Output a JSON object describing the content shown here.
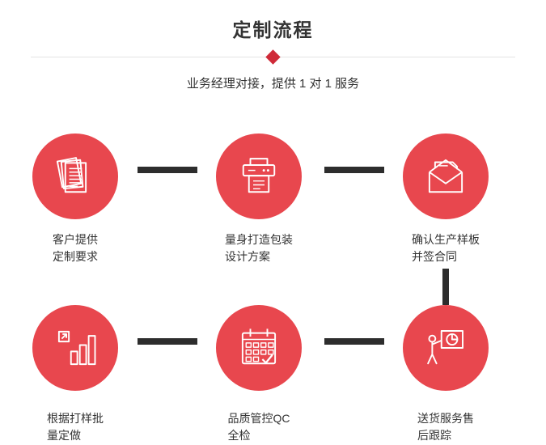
{
  "header": {
    "title": "定制流程",
    "subtitle": "业务经理对接，提供 1 对 1 服务"
  },
  "steps": [
    {
      "icon": "documents-icon",
      "label": "客户提供\n定制要求"
    },
    {
      "icon": "printer-icon",
      "label": "量身打造包装\n设计方案"
    },
    {
      "icon": "envelope-icon",
      "label": "确认生产样板\n并签合同"
    },
    {
      "icon": "bar-chart-icon",
      "label": "根据打样批\n量定做"
    },
    {
      "icon": "calendar-icon",
      "label": "品质管控QC\n全检"
    },
    {
      "icon": "presentation-icon",
      "label": "送货服务售\n后跟踪"
    }
  ],
  "colors": {
    "circle_red": "#e8474e",
    "diamond_red": "#cf2a38",
    "connector_dark": "#2d2d2d",
    "divider_gray": "#e4e4e4",
    "text_dark": "#333333"
  }
}
